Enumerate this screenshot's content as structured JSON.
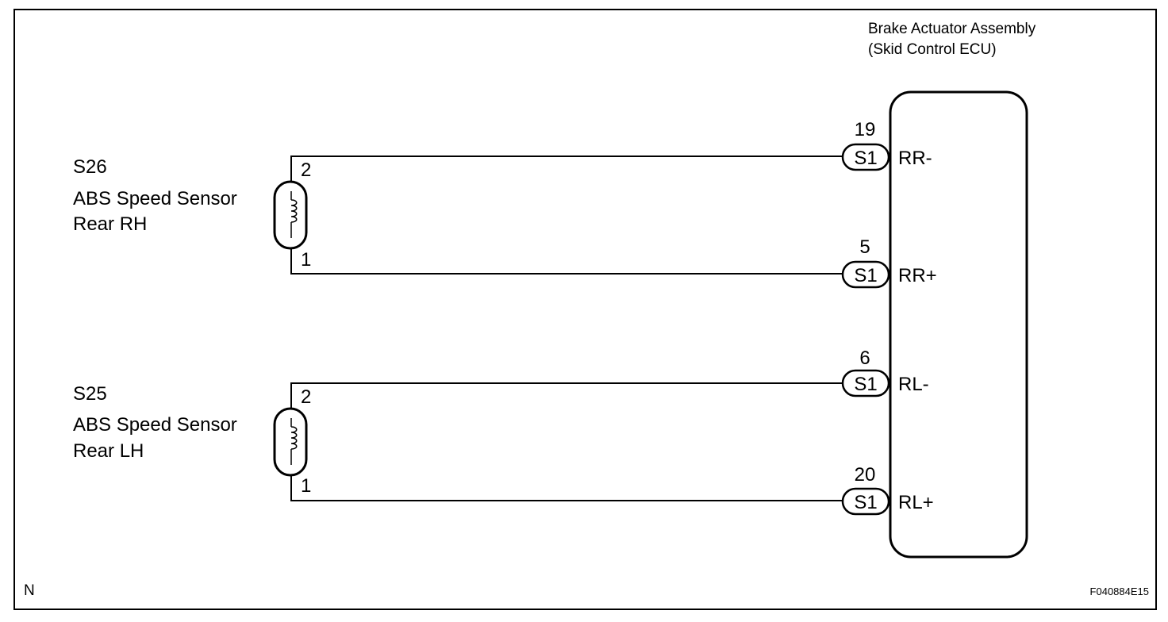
{
  "ecu": {
    "title_line1": "Brake Actuator Assembly",
    "title_line2": "(Skid Control ECU)",
    "pins": [
      {
        "number": "19",
        "connector": "S1",
        "signal": "RR-"
      },
      {
        "number": "5",
        "connector": "S1",
        "signal": "RR+"
      },
      {
        "number": "6",
        "connector": "S1",
        "signal": "RL-"
      },
      {
        "number": "20",
        "connector": "S1",
        "signal": "RL+"
      }
    ]
  },
  "sensors": [
    {
      "code": "S26",
      "name_line1": "ABS Speed Sensor",
      "name_line2": "Rear RH",
      "pin_top": "2",
      "pin_bottom": "1"
    },
    {
      "code": "S25",
      "name_line1": "ABS Speed Sensor",
      "name_line2": "Rear LH",
      "pin_top": "2",
      "pin_bottom": "1"
    }
  ],
  "footer": {
    "left_mark": "N",
    "figure_id": "F040884E15"
  }
}
